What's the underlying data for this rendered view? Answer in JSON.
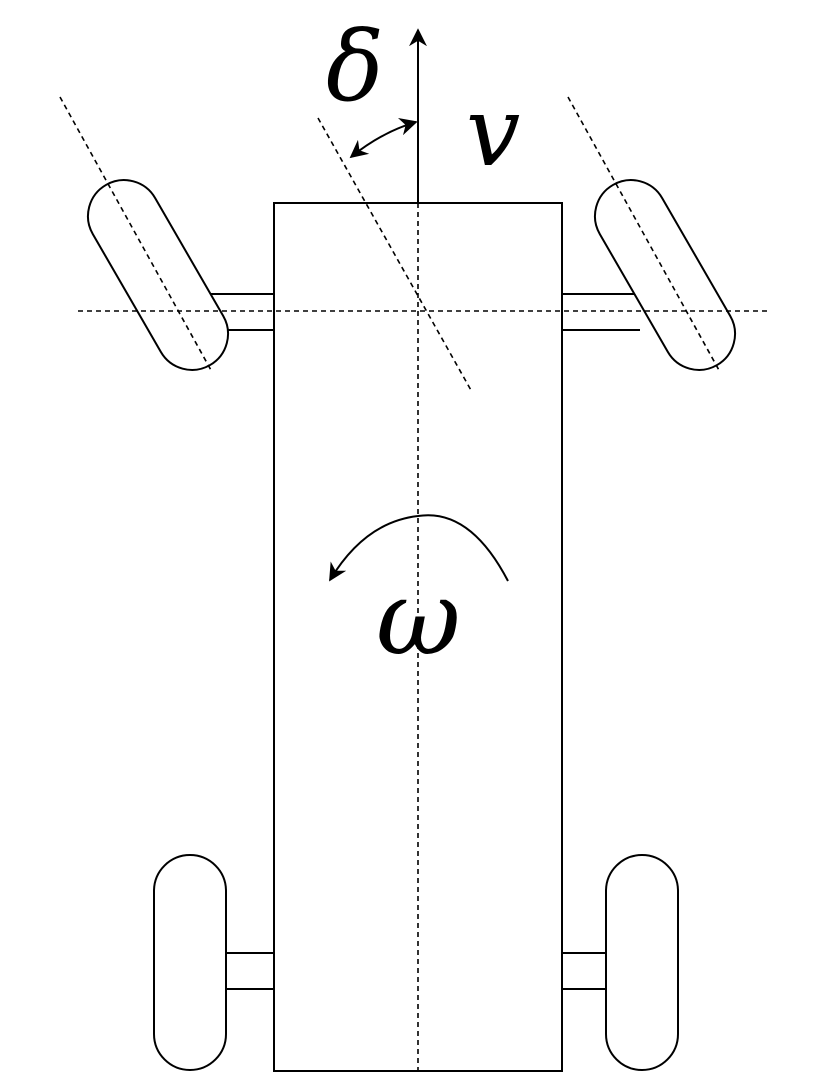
{
  "labels": {
    "steering_angle": "δ",
    "velocity": "v",
    "angular_velocity": "ω"
  },
  "colors": {
    "stroke": "#000000",
    "background": "#ffffff"
  }
}
